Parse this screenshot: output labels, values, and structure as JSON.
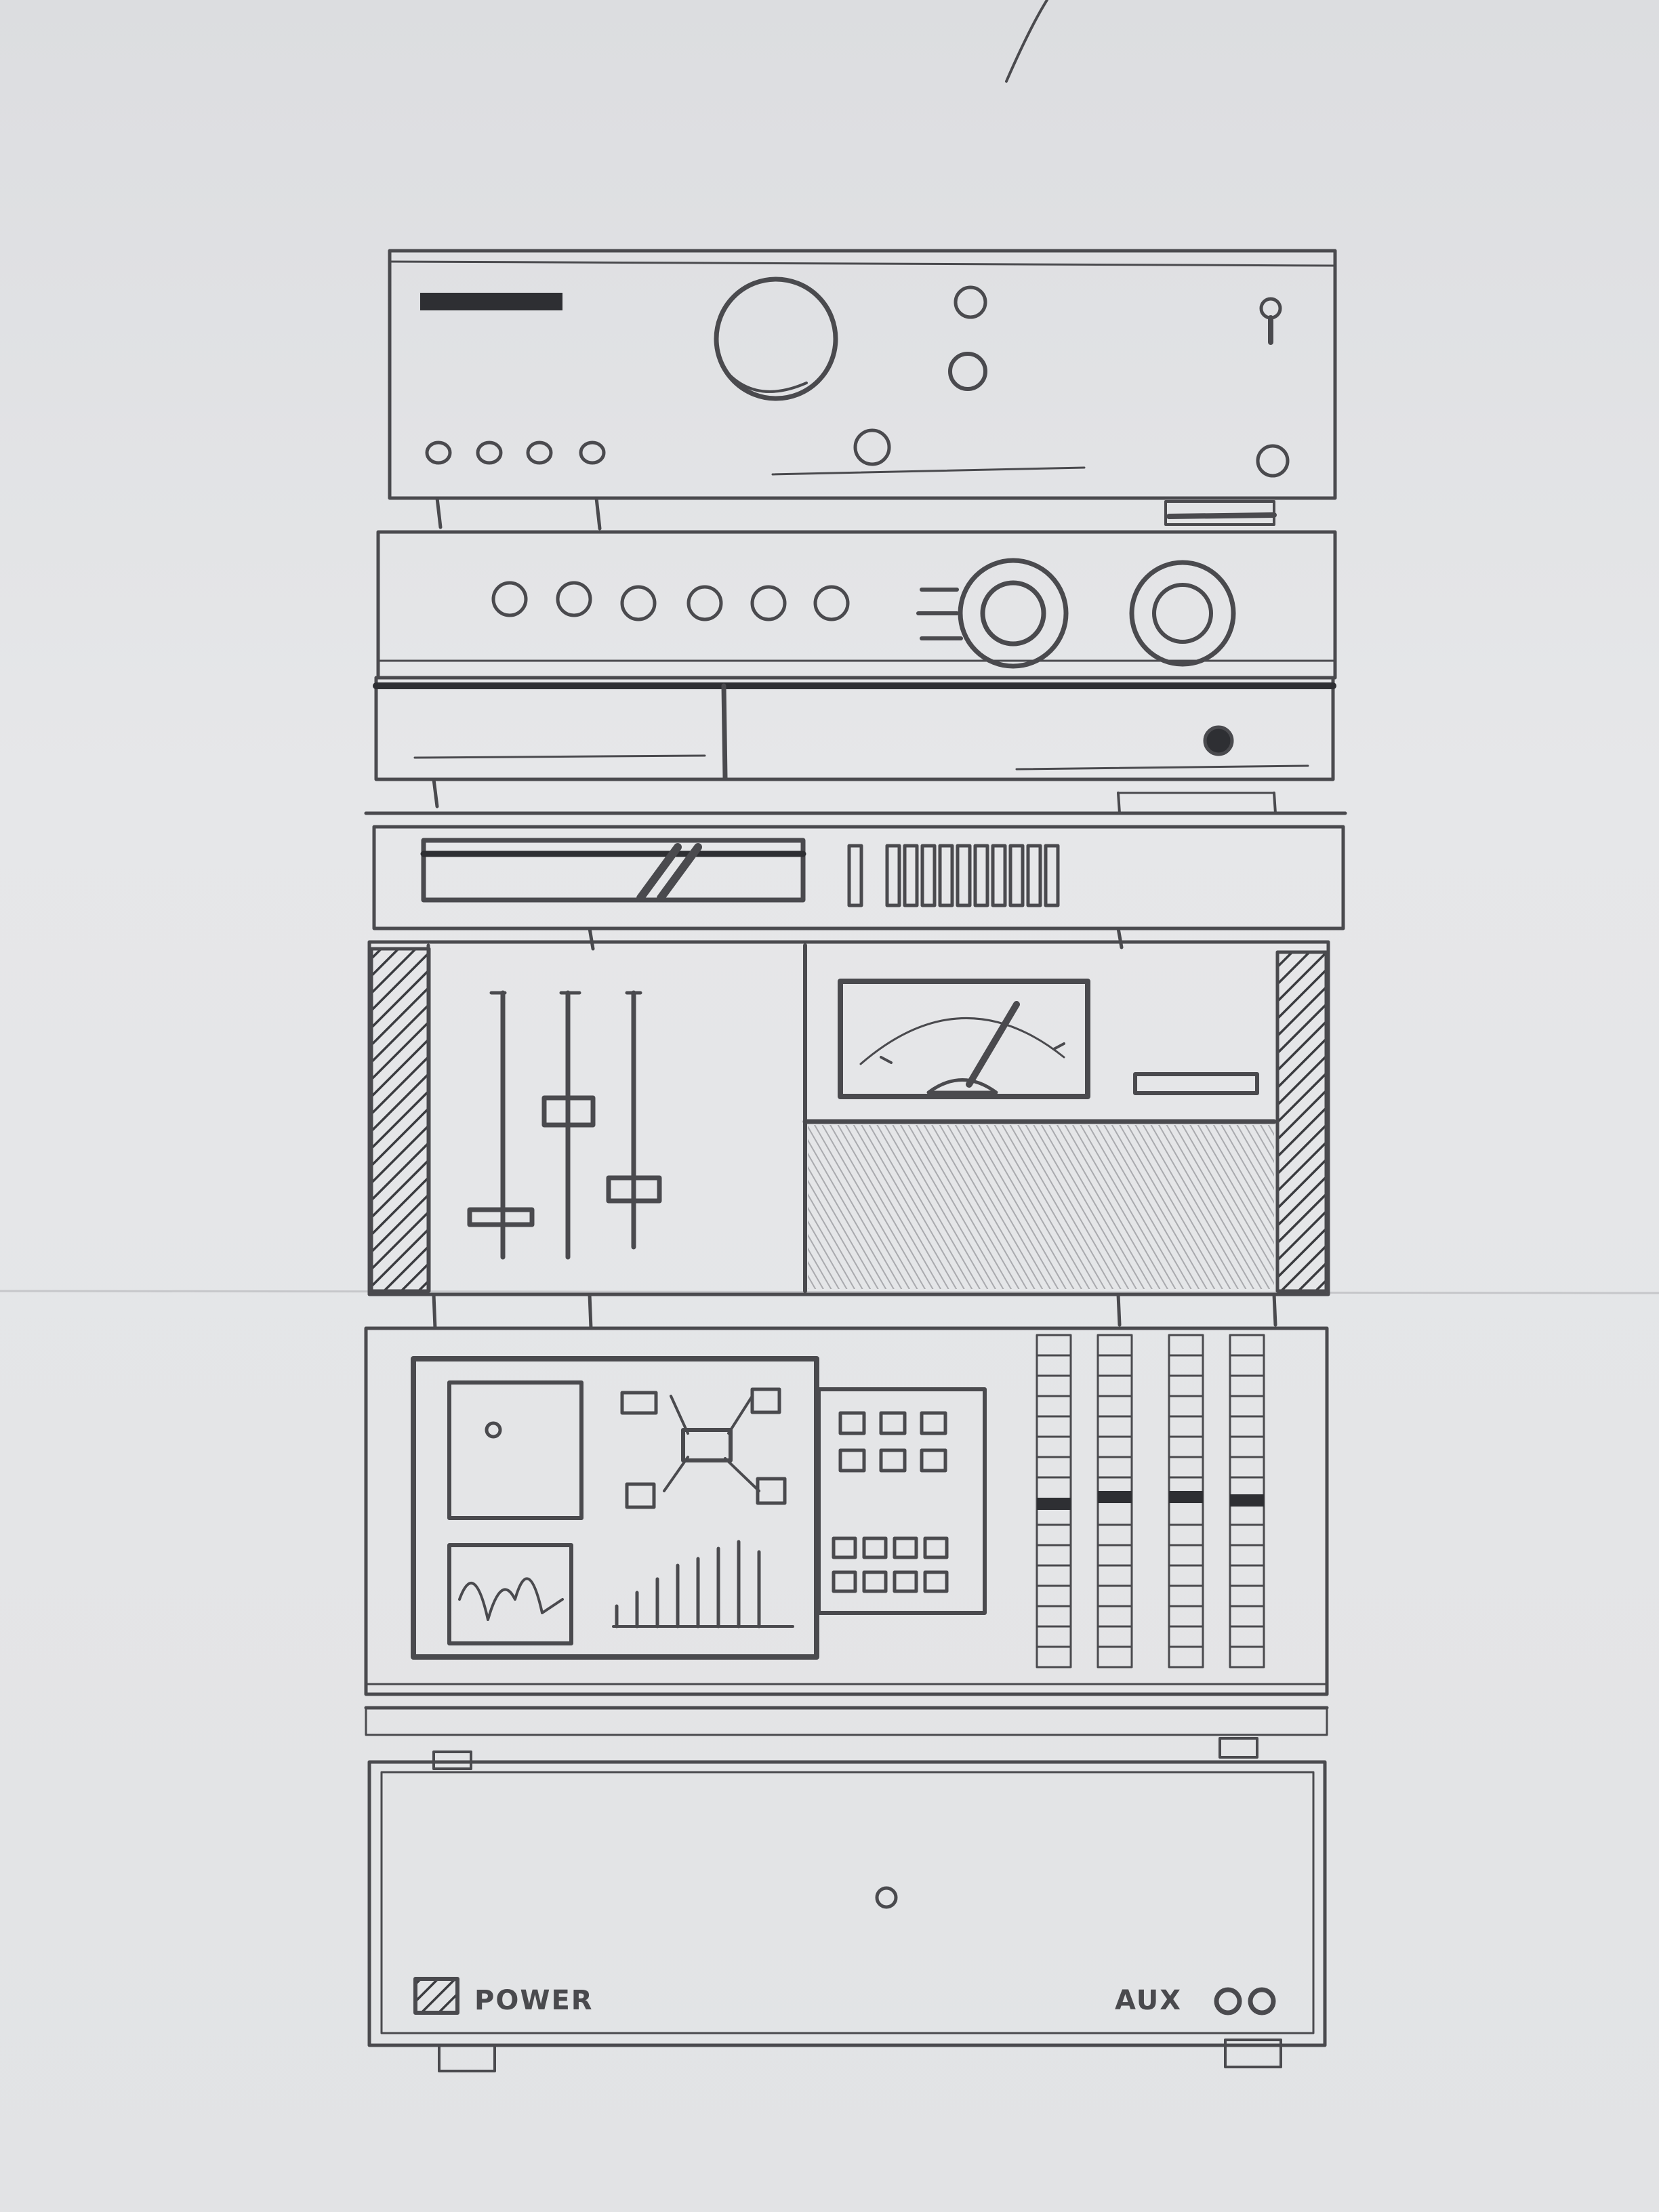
{
  "stereo_rack": {
    "amplifier": {
      "name": "amplifier-unit"
    },
    "power_unit": {
      "power_label": "POWER",
      "aux_label": "AUX"
    }
  },
  "colors": {
    "paper": "#e4e5e7",
    "pencil": "#4a4a4e",
    "pencil_dark": "#2e2f33",
    "shading": "#b7b8bb"
  }
}
